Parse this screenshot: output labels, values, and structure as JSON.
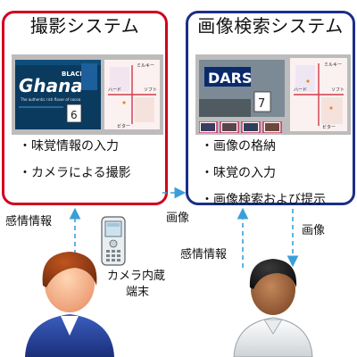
{
  "left_panel": {
    "title": "撮影システム",
    "chart_axes": {
      "top": "ミルキー",
      "left": "ハード",
      "right": "ソフト",
      "bottom": "ビター"
    },
    "photo_text": {
      "brand_small": "BLACK",
      "brand": "Ghana",
      "sub": "The authentic rich flavor of cocoa",
      "number": "6"
    },
    "items": [
      "・味覚情報の入力",
      "・カメラによる撮影"
    ]
  },
  "right_panel": {
    "title": "画像検索システム",
    "chart_axes": {
      "top": "ミルキー",
      "left": "ハード",
      "right": "ソフト",
      "bottom": "ビター"
    },
    "photo_text": {
      "brand": "DARS",
      "number": "7"
    },
    "items": [
      "・画像の格納",
      "・味覚の入力",
      "・画像検索および提示"
    ]
  },
  "labels": {
    "kanjo_left": "感情情報",
    "gazo_center": "画像",
    "kanjo_right": "感情情報",
    "gazo_right": "画像",
    "device_line1": "カメラ内蔵",
    "device_line2": "端末"
  },
  "colors": {
    "left_border": "#d1001f",
    "right_border": "#1a2f87",
    "arrow": "#3a9fd8",
    "axis": "#d23a4a"
  }
}
